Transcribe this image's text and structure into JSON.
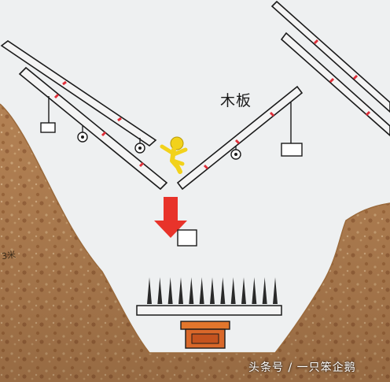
{
  "diagram": {
    "board_label": "木板",
    "depth_label": "3米",
    "watermark": "头条号 / 一只笨企鹅"
  },
  "colors": {
    "soil_light": "#c79a6b",
    "soil_dark": "#8a5a32",
    "board_fill": "#f2f2f2",
    "board_stripe": "#e0303a",
    "arrow": "#e8332a",
    "person": "#f2d21b",
    "platform_orange": "#e2762c",
    "outline": "#1a1a1a"
  }
}
